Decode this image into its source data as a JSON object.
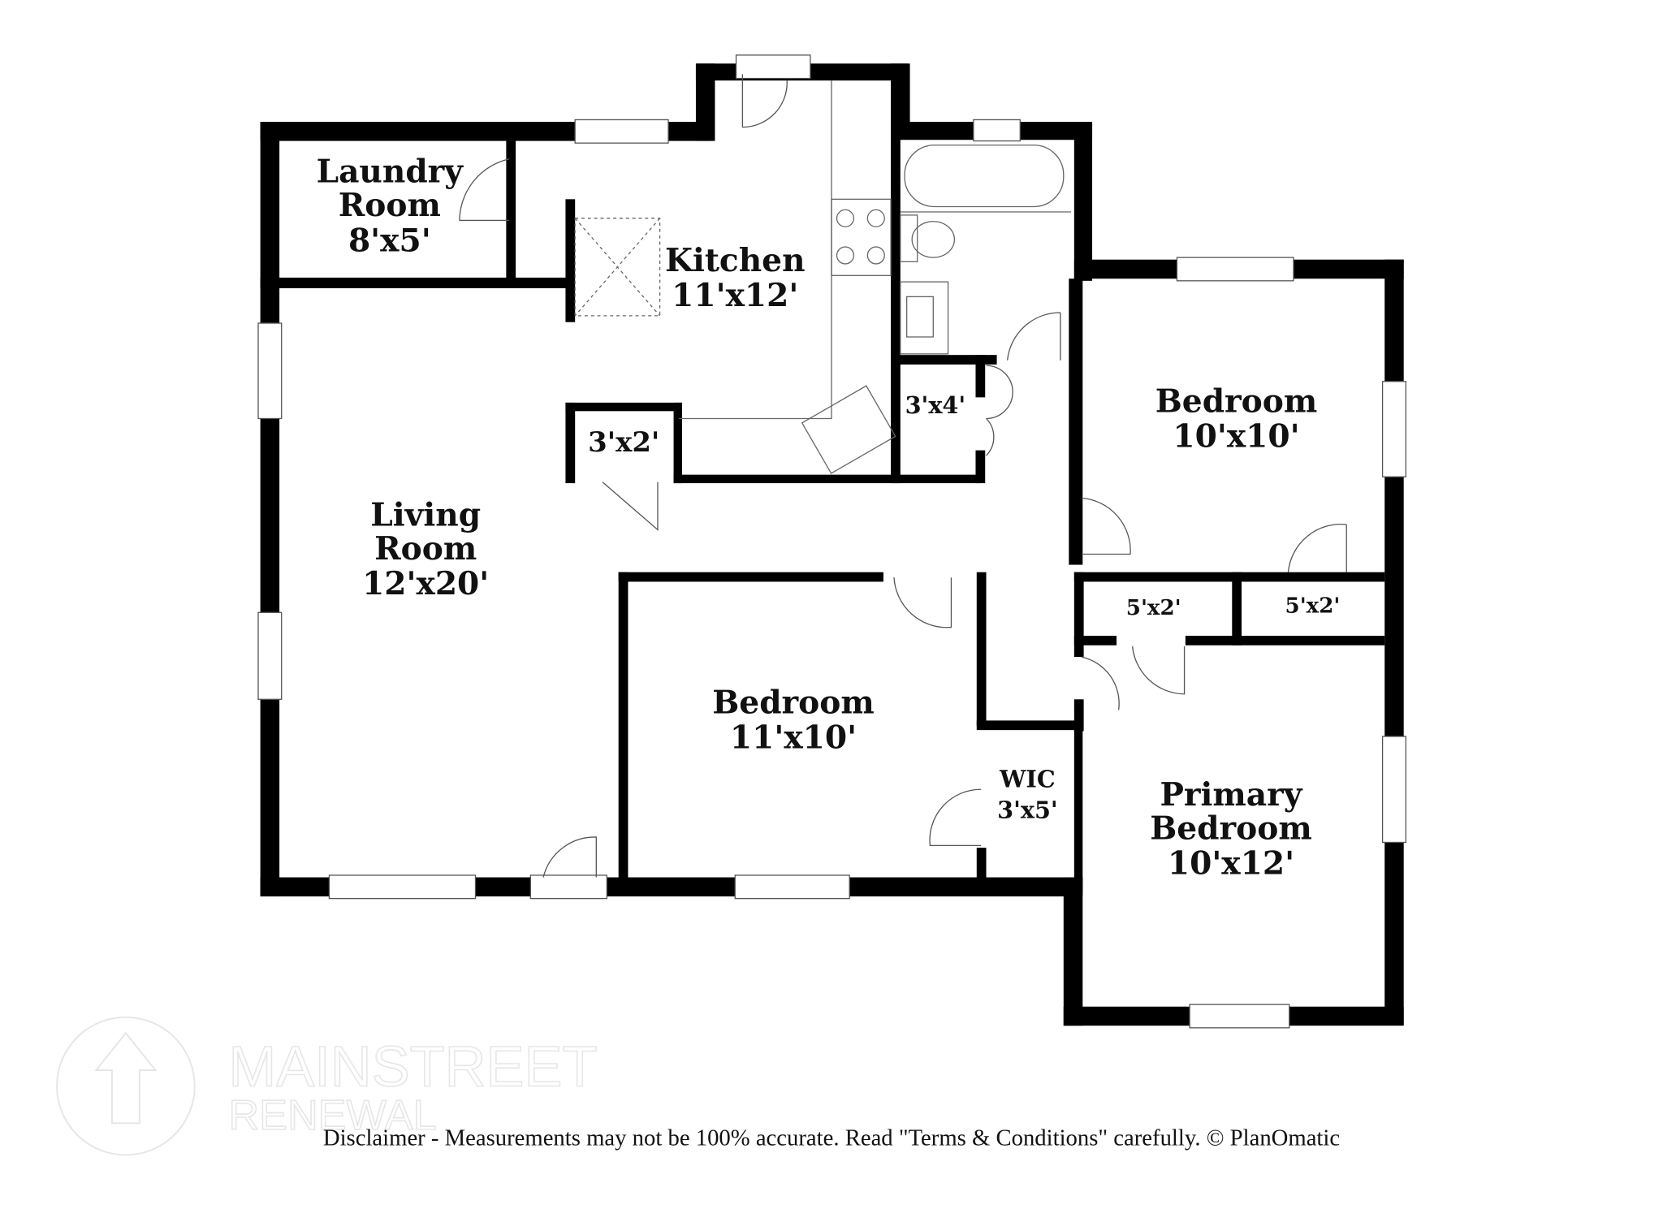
{
  "rooms": {
    "laundry": {
      "name_line1": "Laundry",
      "name_line2": "Room",
      "size": "8'x5'"
    },
    "kitchen": {
      "name": "Kitchen",
      "size": "11'x12'"
    },
    "closet_3x2": {
      "size": "3'x2'"
    },
    "closet_3x4": {
      "size": "3'x4'"
    },
    "bedroom_ne": {
      "name": "Bedroom",
      "size": "10'x10'"
    },
    "living": {
      "name_line1": "Living",
      "name_line2": "Room",
      "size": "12'x20'"
    },
    "closet_5x2_a": {
      "size": "5'x2'"
    },
    "closet_5x2_b": {
      "size": "5'x2'"
    },
    "bedroom_mid": {
      "name": "Bedroom",
      "size": "11'x10'"
    },
    "wic": {
      "name": "WIC",
      "size": "3'x5'"
    },
    "primary": {
      "name_line1": "Primary",
      "name_line2": "Bedroom",
      "size": "10'x12'"
    }
  },
  "watermark": {
    "line1": "MAINSTREET",
    "line2": "RENEWAL",
    "mark": "®"
  },
  "disclaimer": "Disclaimer - Measurements may not be 100% accurate. Read \"Terms & Conditions\" carefully. © PlanOmatic",
  "colors": {
    "wall": "#000000",
    "fixture": "#555555",
    "watermark": "#e6e6e6"
  }
}
